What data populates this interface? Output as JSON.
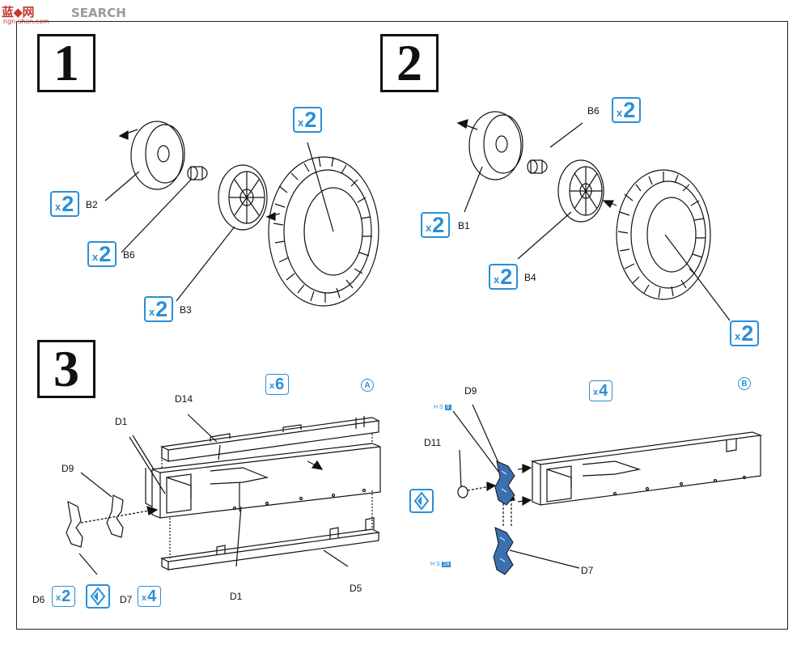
{
  "watermark": {
    "main": "蓝◆网",
    "search": "SEARCH",
    "sub": "ngn-shan.com"
  },
  "steps": [
    {
      "number": "1"
    },
    {
      "number": "2"
    },
    {
      "number": "3"
    }
  ],
  "qty_prefix": "x",
  "step1": {
    "labels": {
      "b2": "B2",
      "b6": "B6",
      "b3": "B3"
    },
    "qty": {
      "tire": "2",
      "b2": "2",
      "b6": "2",
      "b3": "2"
    }
  },
  "step2": {
    "labels": {
      "b6": "B6",
      "b1": "B1",
      "b4": "B4"
    },
    "qty": {
      "b6": "2",
      "b1": "2",
      "b4": "2",
      "tire": "2"
    }
  },
  "step3": {
    "labels": {
      "d14": "D14",
      "d1_top": "D1",
      "d9": "D9",
      "d1_bottom": "D1",
      "d5": "D5",
      "d6": "D6",
      "d7": "D7"
    },
    "qty": {
      "main": "6",
      "d6": "2",
      "d7": "4"
    },
    "variant_a": "A"
  },
  "step3b": {
    "labels": {
      "d9": "D9",
      "d11": "D11",
      "d7": "D7"
    },
    "qty": {
      "main": "4"
    },
    "variant_b": "B",
    "mini_top": {
      "prefix": "H",
      "code": "S",
      "num": "8"
    },
    "mini_bottom": {
      "prefix": "H",
      "code": "S",
      "num": "28"
    }
  },
  "colors": {
    "accent": "#2a8fd6",
    "ink": "#111111",
    "part_fill": "#3a6fb0"
  }
}
